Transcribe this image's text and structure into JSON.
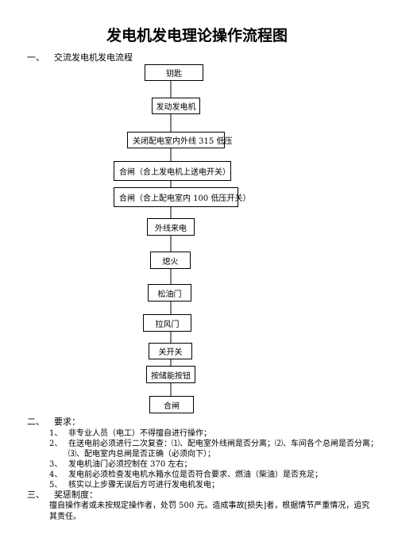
{
  "title": "发电机发电理论操作流程图",
  "section1": {
    "number": "一、",
    "heading": "交流发电机发电流程"
  },
  "flow": [
    "钥匙",
    "发动发电机",
    "关闭配电室内外线 315 低压",
    "合闸（合上发电机上送电开关）",
    "合闸（合上配电室内 100 低压开关）",
    "外线来电",
    "熄火",
    "松油门",
    "拉风门",
    "关开关",
    "按储能按钮",
    "合闸"
  ],
  "section2": {
    "number": "二、",
    "heading": "要求：",
    "items": [
      {
        "n": "1、",
        "text": "非专业人员（电工）不得擅自进行操作；"
      },
      {
        "n": "2、",
        "text": "在送电前必须进行二次复查：⑴、配电室外线闸是否分离；⑵、车间各个总闸是否分离；"
      },
      {
        "n": "",
        "text": "⑶、配电室内总闸是否正确（必须向下）；"
      },
      {
        "n": "3、",
        "text": "发电机油门必须控制在 370 左右；"
      },
      {
        "n": "4、",
        "text": "发电前必须检查发电机水箱水位是否符合要求、燃油（柴油）是否充足；"
      },
      {
        "n": "5、",
        "text": "核实以上步骤无误后方可进行发电机发电；"
      }
    ]
  },
  "section3": {
    "number": "三、",
    "heading": "奖惩制度：",
    "text": "擅自操作者或未按规定操作者，处罚 500 元。造成事故[损失]者，根据情节严重情况，追究其责任。"
  }
}
